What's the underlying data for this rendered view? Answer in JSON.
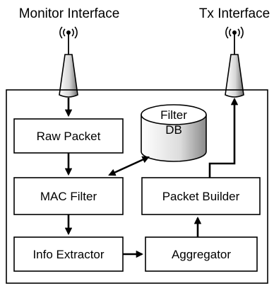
{
  "labels": {
    "monitor_interface": "Monitor Interface",
    "tx_interface": "Tx Interface"
  },
  "blocks": {
    "raw_packet": "Raw Packet",
    "mac_filter": "MAC Filter",
    "info_extractor": "Info Extractor",
    "aggregator": "Aggregator",
    "packet_builder": "Packet Builder"
  },
  "database": {
    "line1": "Filter",
    "line2": "DB"
  },
  "icons": {
    "antenna": "antenna-icon",
    "wireless": "wireless-signal-icon"
  },
  "colors": {
    "stroke": "#000000",
    "antenna_light": "#ffffff",
    "antenna_dark": "#6e6e6e",
    "db_light": "#ffffff",
    "db_dark": "#8a8a8a"
  }
}
